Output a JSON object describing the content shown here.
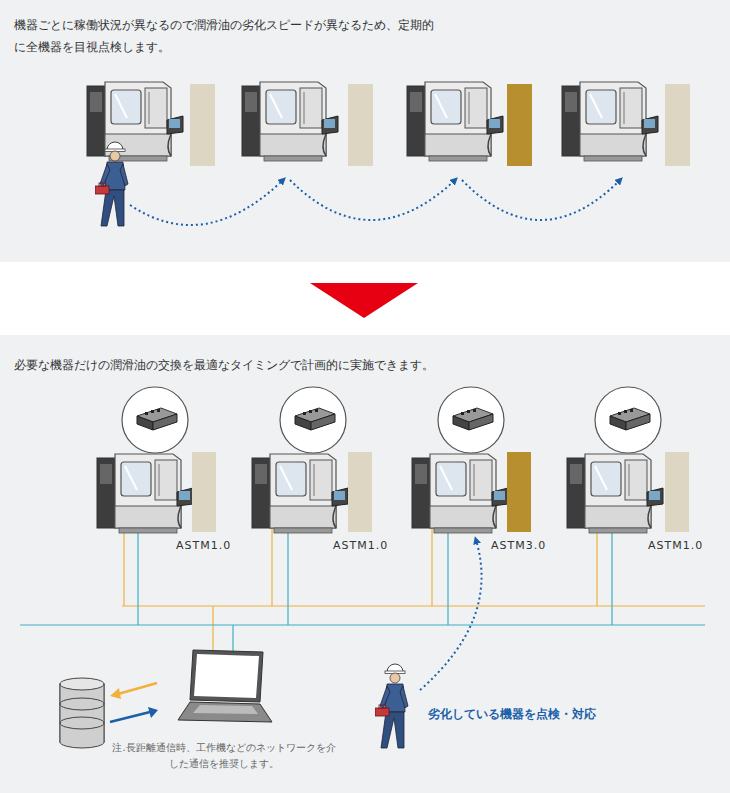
{
  "diagram": {
    "labels": [
      "機器ごとに稼働状況が異なるので潤滑油の劣化スピードが異なるため、定期的に全機器を目視点検します。",
      "必要な機器だけの潤滑油の交換を最適なタイミングで計画的に実施できます。",
      "ASTM1.0",
      "ASTM1.0",
      "ASTM3.0",
      "ASTM1.0",
      "劣化している機器を点検・対応",
      "注.長距離通信時、工作機などのネットワークを介した通信を推奨します。"
    ]
  }
}
